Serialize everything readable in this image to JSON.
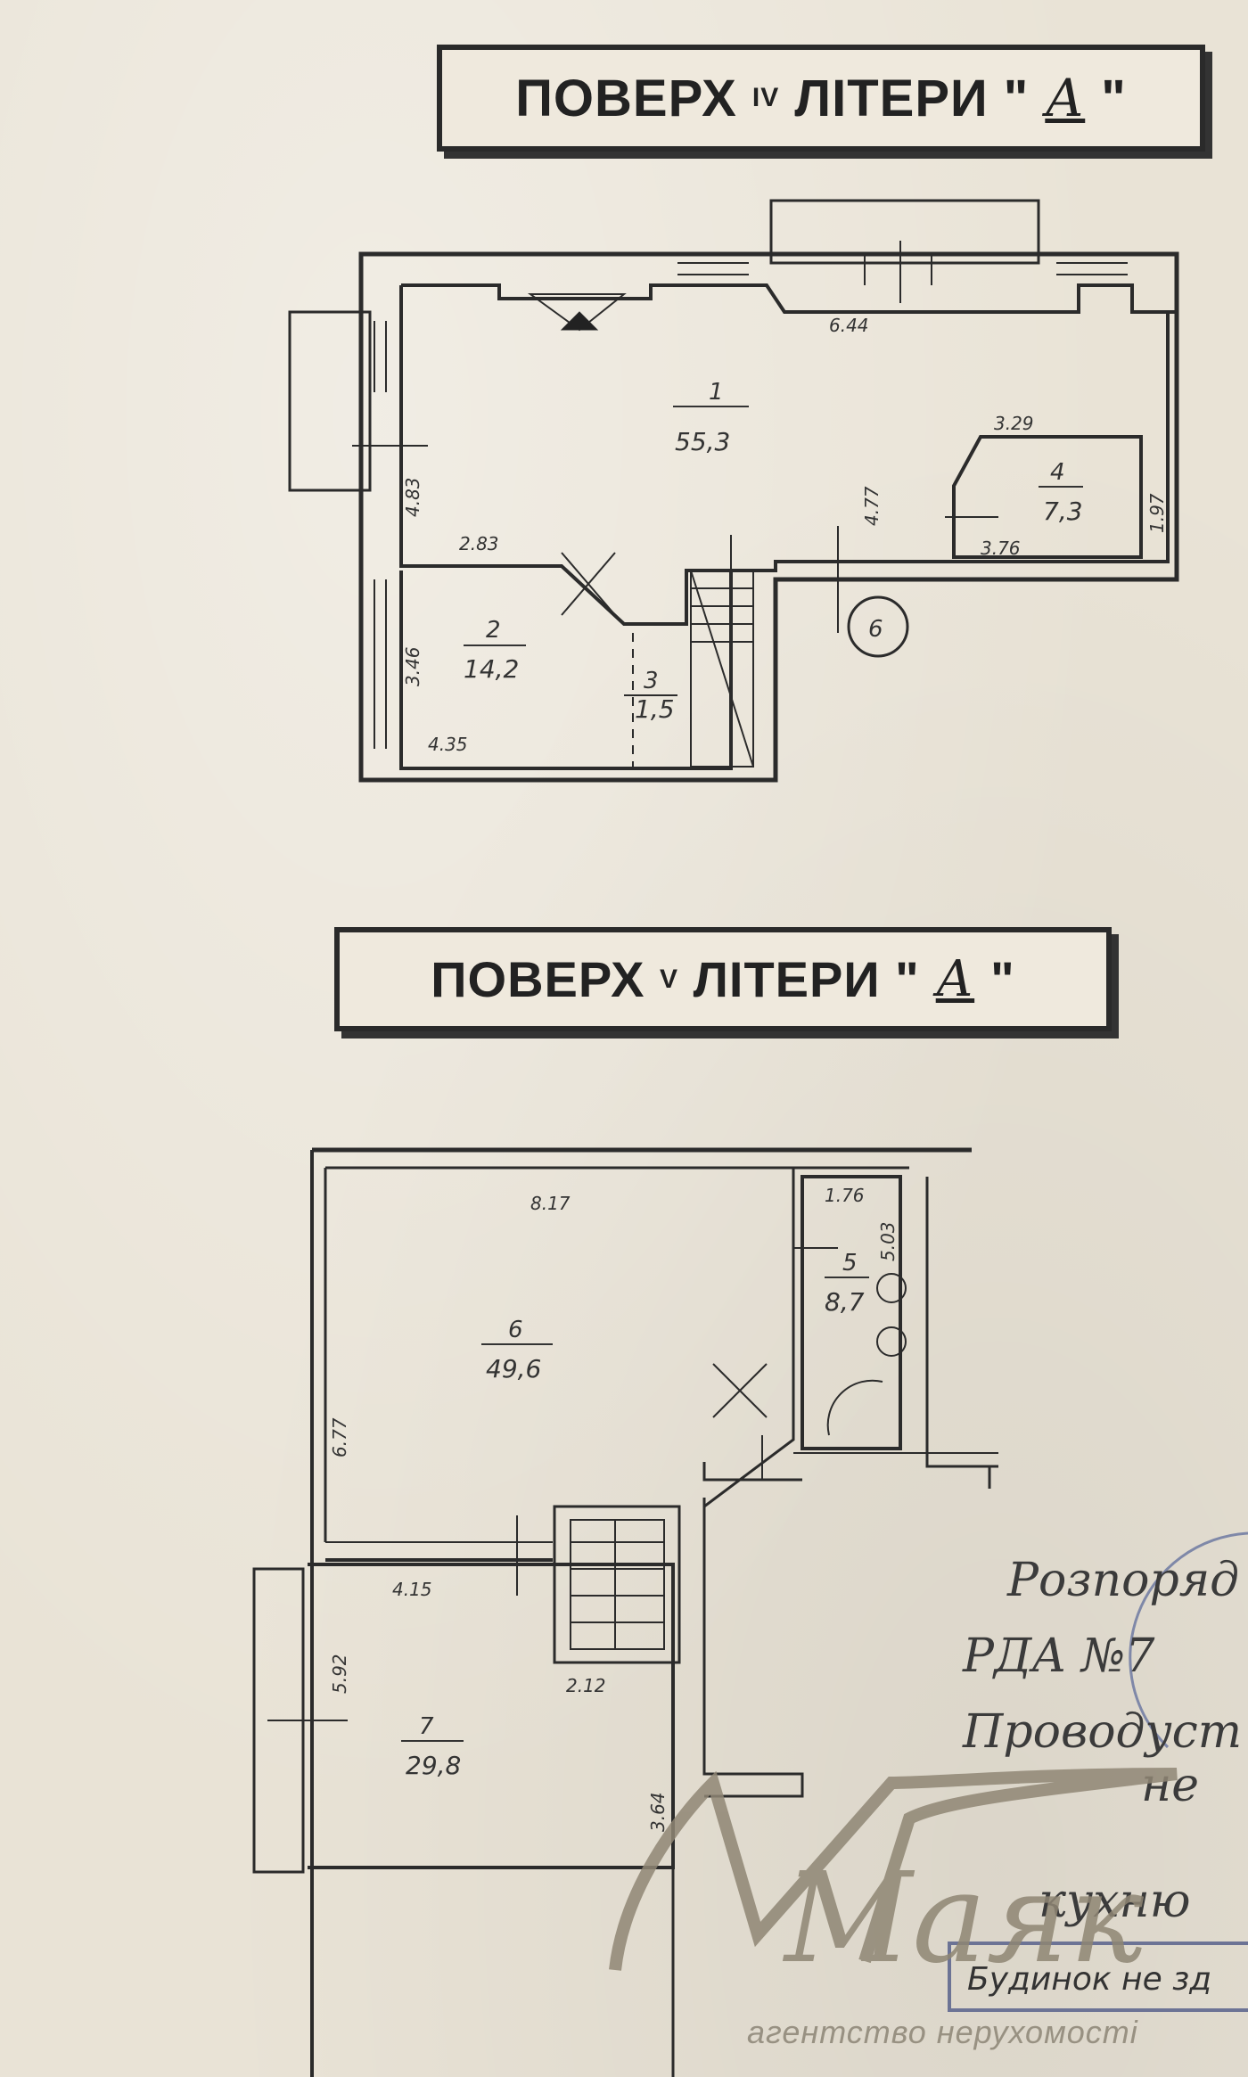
{
  "floor4": {
    "title_prefix": "ПОВЕРХ",
    "title_num": "IV",
    "title_mid": "ЛІТЕРИ \"",
    "title_letter": "А",
    "title_end": "\"",
    "section_mark": "6",
    "rooms": [
      {
        "no": "1",
        "area": "55,3"
      },
      {
        "no": "2",
        "area": "14,2"
      },
      {
        "no": "3",
        "area": "1,5"
      },
      {
        "no": "4",
        "area": "7,3"
      }
    ],
    "dims": [
      "6.44",
      "4.83",
      "2.83",
      "4.77",
      "3.29",
      "1.97",
      "3.76",
      "3.46",
      "4.35"
    ]
  },
  "floor5": {
    "title_prefix": "ПОВЕРХ",
    "title_num": "V",
    "title_mid": "ЛІТЕРИ \"",
    "title_letter": "А",
    "title_end": "\"",
    "rooms": [
      {
        "no": "6",
        "area": "49,6"
      },
      {
        "no": "5",
        "area": "8,7"
      },
      {
        "no": "7",
        "area": "29,8"
      }
    ],
    "dims": [
      "8.17",
      "1.76",
      "5.03",
      "6.77",
      "4.15",
      "2.12",
      "5.92",
      "3.64"
    ]
  },
  "handwritten_note": [
    "Розпоряд",
    "РДА №7",
    "Проводуст",
    "не",
    "кухню"
  ],
  "stamp_text": "Будинок не зд",
  "watermark": {
    "logo": "Маяк",
    "tagline": "агентство нерухомості"
  }
}
